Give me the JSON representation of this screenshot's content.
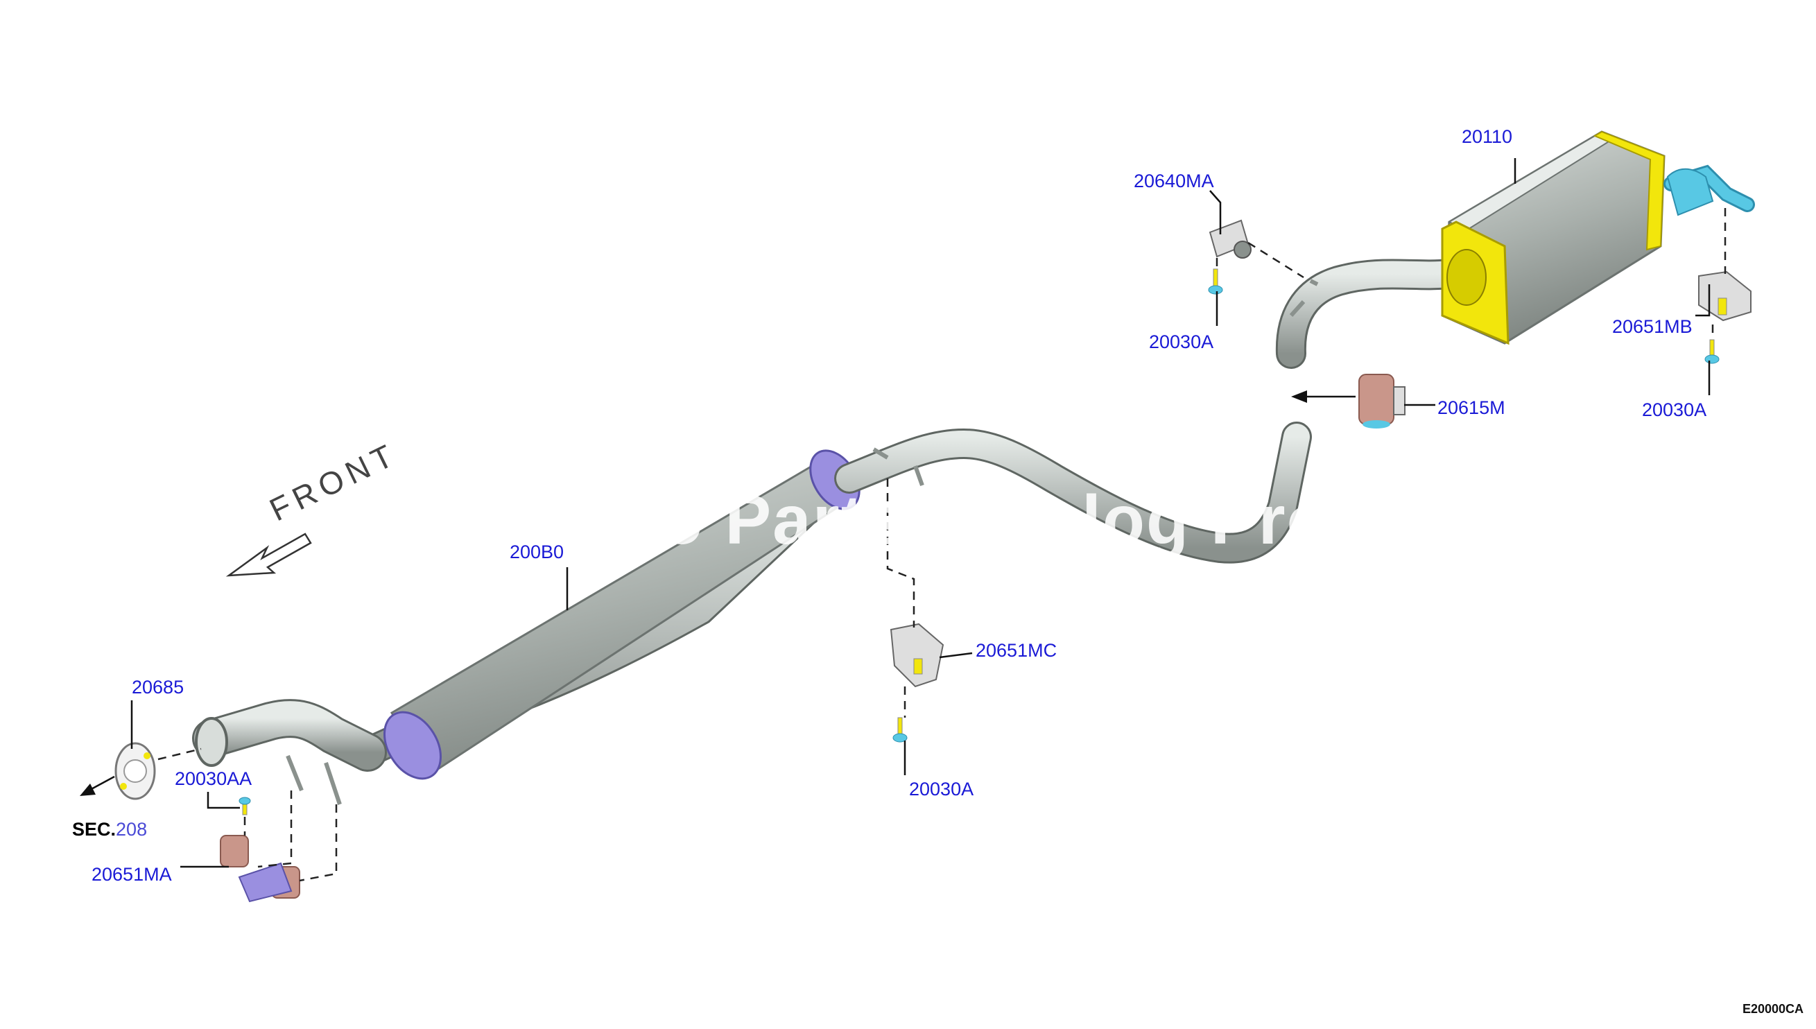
{
  "diagram": {
    "parts": [
      {
        "id": "p20110",
        "label": "20110"
      },
      {
        "id": "p20640MA",
        "label": "20640MA"
      },
      {
        "id": "p20030A_1",
        "label": "20030A"
      },
      {
        "id": "p20651MB",
        "label": "20651MB"
      },
      {
        "id": "p20615M",
        "label": "20615M"
      },
      {
        "id": "p20030A_2",
        "label": "20030A"
      },
      {
        "id": "p200B0",
        "label": "200B0"
      },
      {
        "id": "p20651MC",
        "label": "20651MC"
      },
      {
        "id": "p20030A_3",
        "label": "20030A"
      },
      {
        "id": "p20685",
        "label": "20685"
      },
      {
        "id": "p20030AA",
        "label": "20030AA"
      },
      {
        "id": "p20651MA",
        "label": "20651MA"
      }
    ],
    "section_ref": {
      "prefix": "SEC.",
      "number": "208"
    },
    "direction_label": "FRONT",
    "drawing_code": "E20000CA",
    "watermark": "Auto Parts Catalog Pro",
    "colors": {
      "callout": "#1a1ad6",
      "pipe": "#b9bfbc",
      "muffler_end": "#f2e60c",
      "gasket": "#9a8fe0",
      "clamp": "#c9968a",
      "tailpipe": "#58c8e4"
    }
  }
}
